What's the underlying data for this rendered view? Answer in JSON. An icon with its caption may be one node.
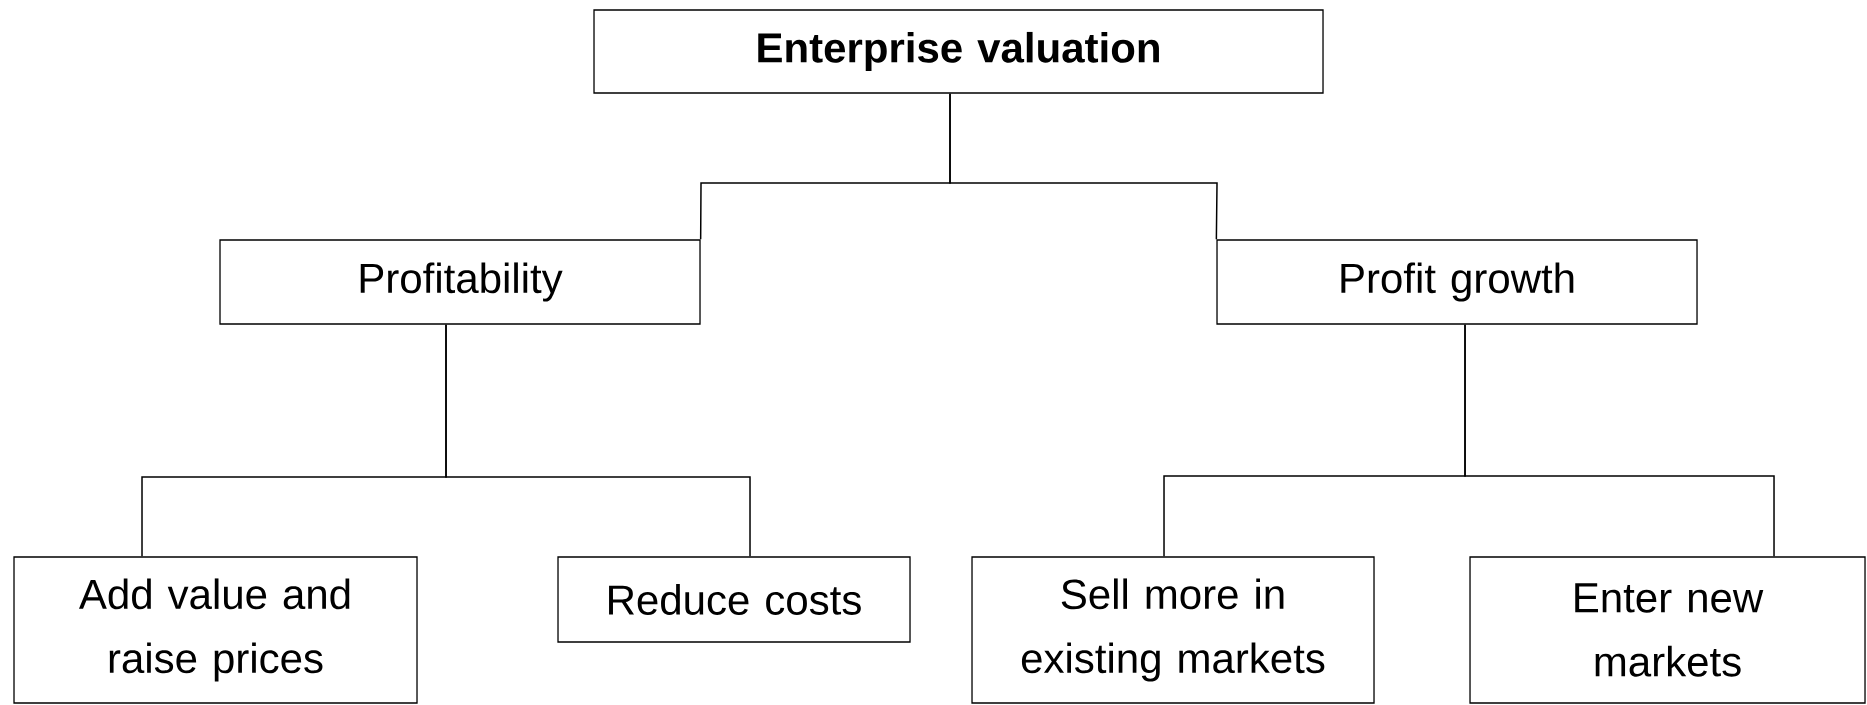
{
  "diagram": {
    "nodes": [
      {
        "text": [
          "Enterprise valuation"
        ]
      },
      {
        "text": [
          "Profitability"
        ]
      },
      {
        "text": [
          "Profit growth"
        ]
      },
      {
        "text": [
          "Add value and raise prices"
        ]
      },
      {
        "text": [
          "Reduce costs"
        ]
      },
      {
        "text": [
          "Sell more in existing markets"
        ]
      },
      {
        "text": [
          "Enter new markets"
        ]
      }
    ],
    "edges": [
      {
        "from": 0,
        "to": 1,
        "arrow": "none"
      },
      {
        "from": 0,
        "to": 2,
        "arrow": "none"
      },
      {
        "from": 1,
        "to": 3,
        "arrow": "none"
      },
      {
        "from": 1,
        "to": 4,
        "arrow": "none"
      },
      {
        "from": 2,
        "to": 5,
        "arrow": "none"
      },
      {
        "from": 2,
        "to": 6,
        "arrow": "none"
      }
    ]
  }
}
